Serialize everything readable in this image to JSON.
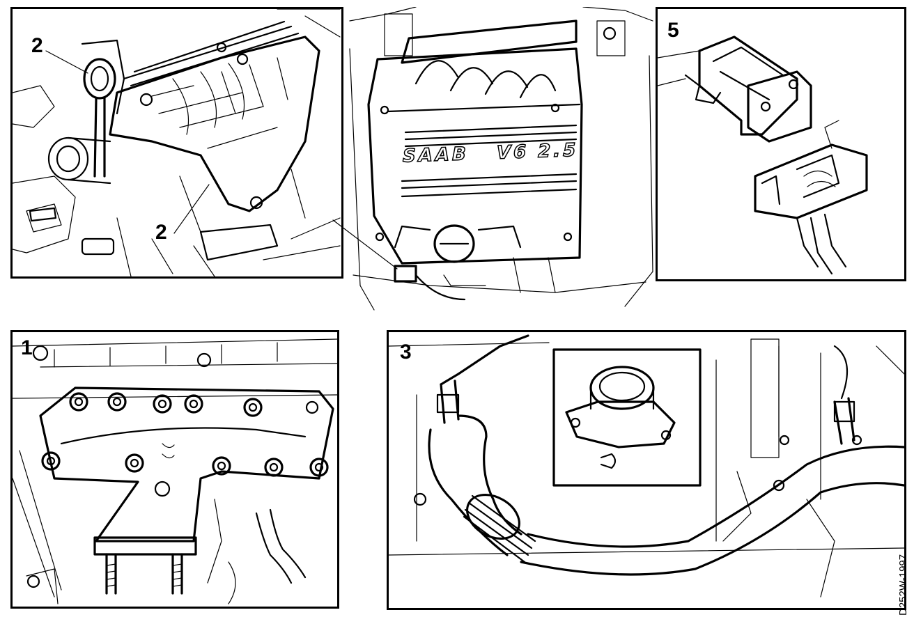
{
  "panels": {
    "p2": {
      "label_top": "2",
      "label_bottom": "2"
    },
    "p5": {
      "label": "5"
    },
    "p1": {
      "label": "1"
    },
    "p3": {
      "label": "3"
    }
  },
  "engine_cover": {
    "brand": "SAAB",
    "model": "V6 2.5"
  },
  "figure_code": "D252W-1997"
}
